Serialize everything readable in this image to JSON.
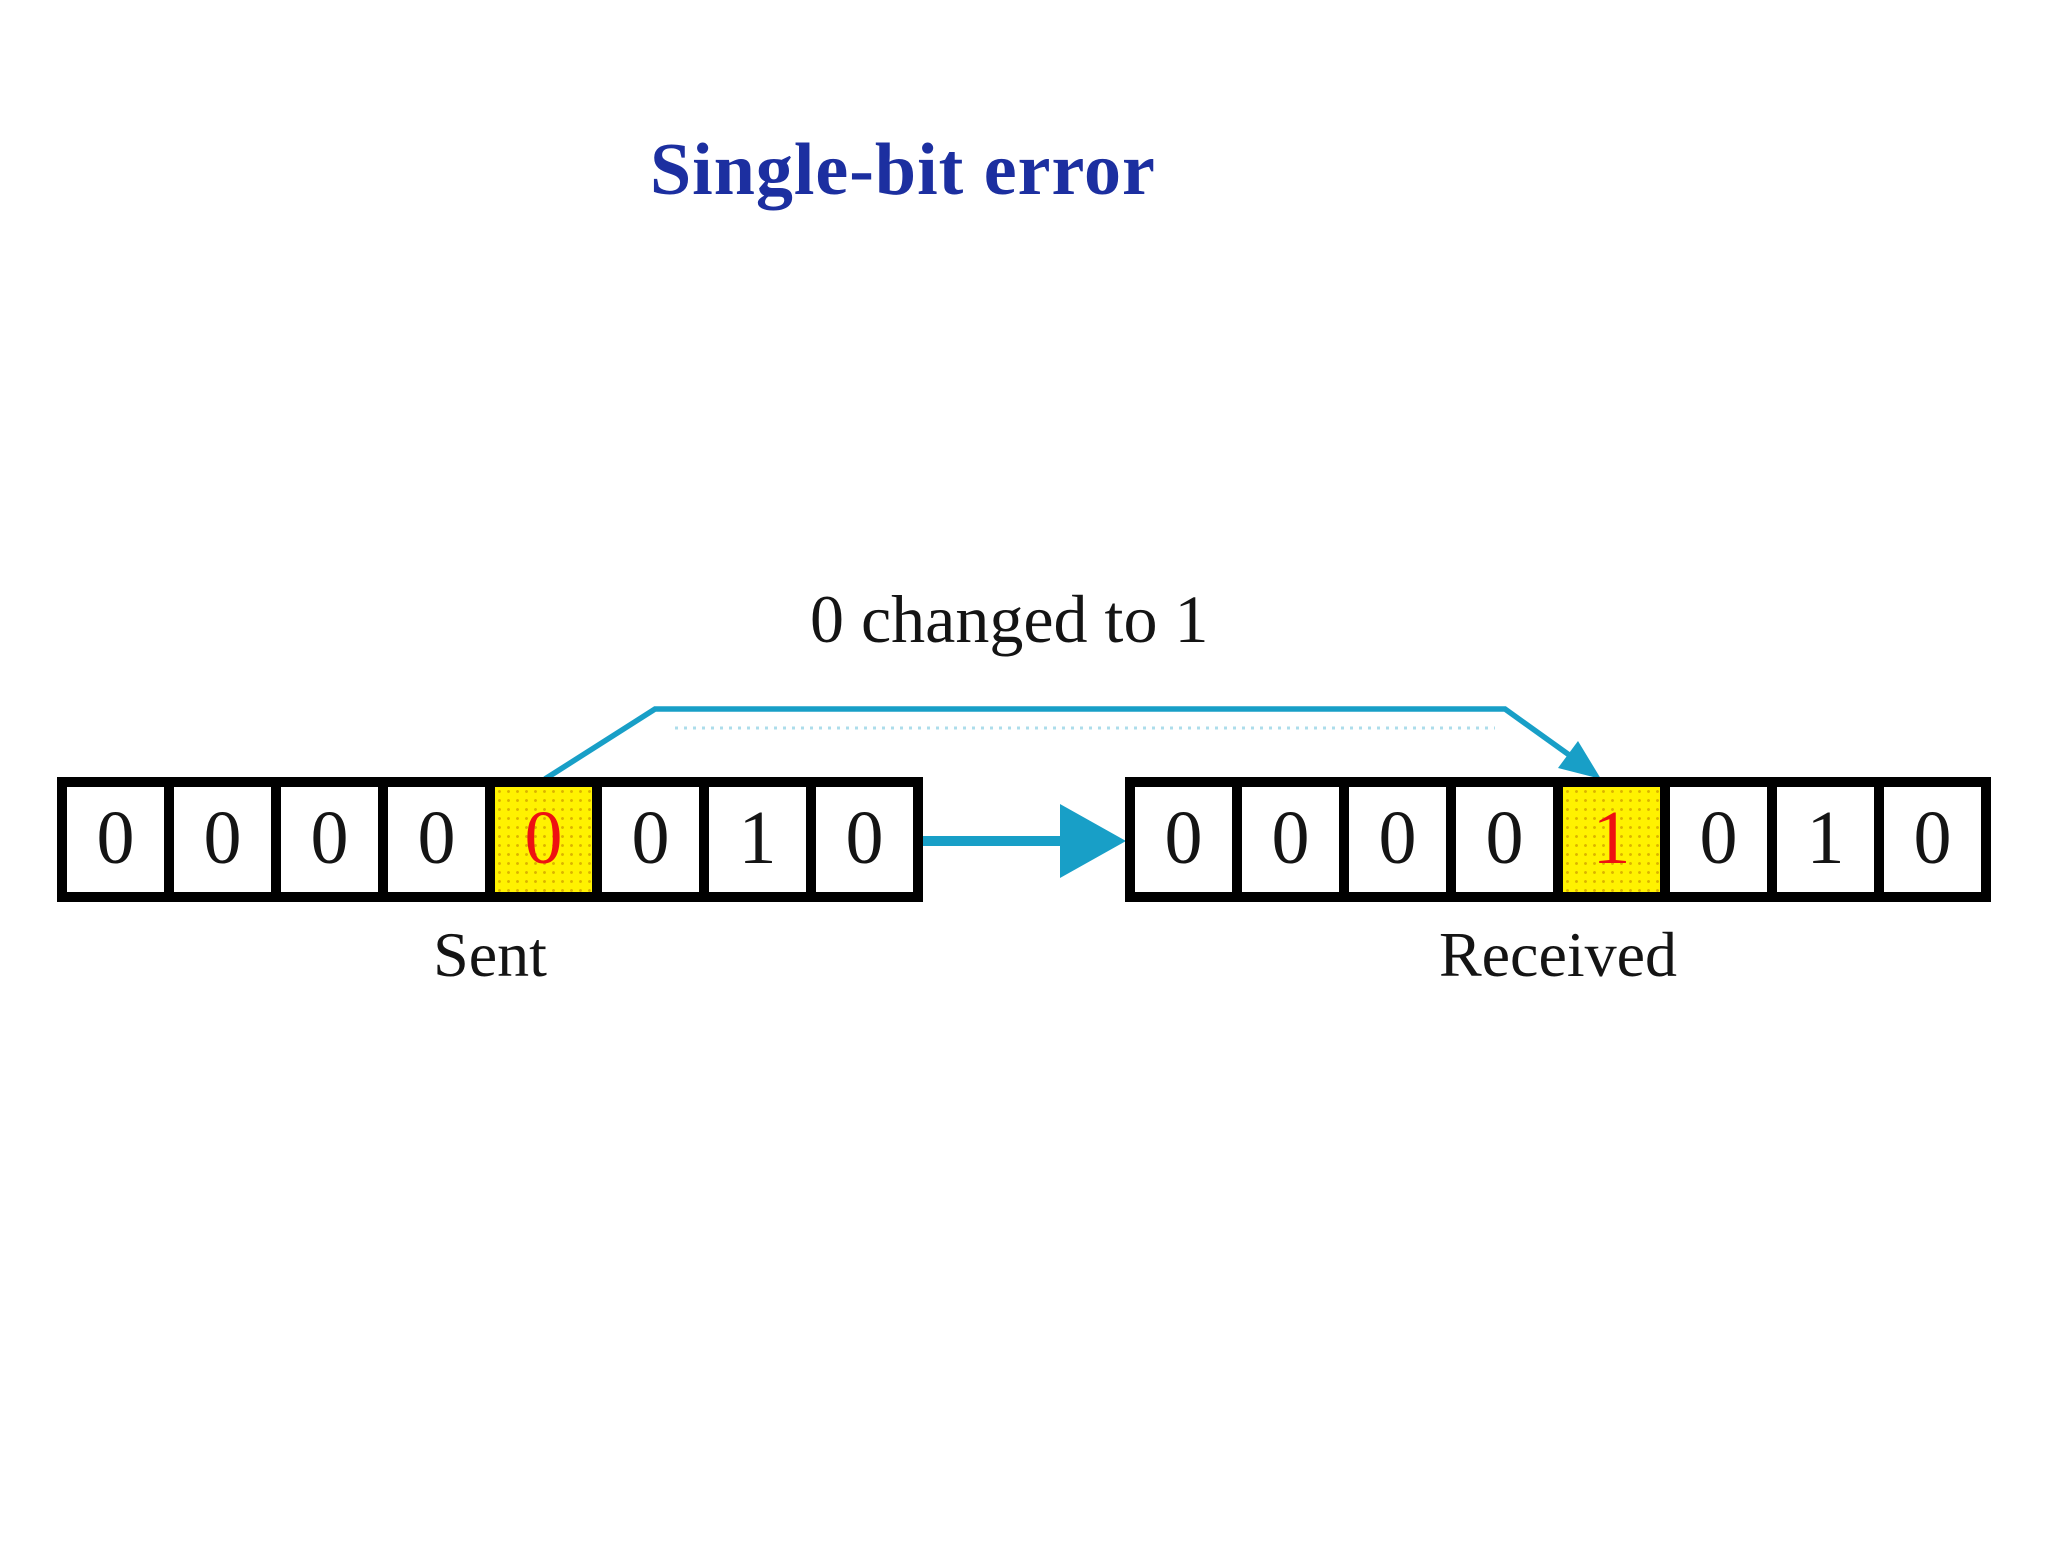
{
  "title": {
    "text": "Single-bit error"
  },
  "annotation": {
    "text": "0 changed to 1"
  },
  "registers": {
    "sent": {
      "label": "Sent",
      "bits": [
        "0",
        "0",
        "0",
        "0",
        "0",
        "0",
        "1",
        "0"
      ],
      "error_index": 4,
      "error_bit": "0"
    },
    "received": {
      "label": "Received",
      "bits": [
        "0",
        "0",
        "0",
        "0",
        "1",
        "0",
        "1",
        "0"
      ],
      "error_index": 4,
      "error_bit": "1"
    }
  },
  "colors": {
    "title_blue": "#1c2fa0",
    "accent_teal": "#189fc7",
    "highlight_yellow": "#fff200",
    "error_red": "#ee1111",
    "text_black": "#141414"
  }
}
